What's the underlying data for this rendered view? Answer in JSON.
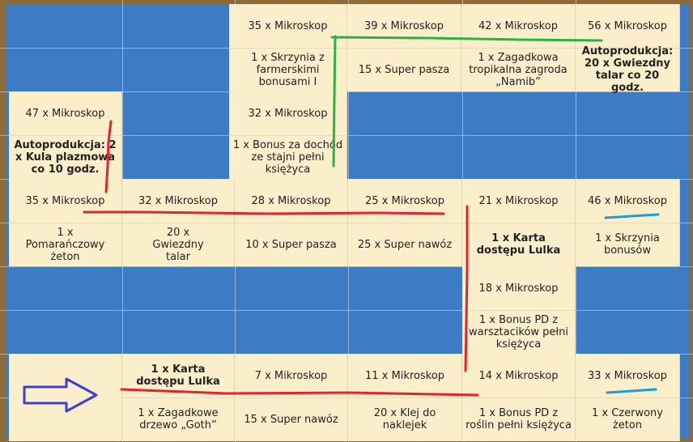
{
  "cells": [
    {
      "id": "c-r1-2",
      "top": "35 x Mikroskop",
      "bottom": "1 x Skrzynia z farmerskimi bonusami I",
      "bold_top": false,
      "bold_bottom": false
    },
    {
      "id": "c-r1-3",
      "top": "39 x Mikroskop",
      "bottom": "15 x Super pasza",
      "bold_top": false,
      "bold_bottom": false
    },
    {
      "id": "c-r1-4",
      "top": "42 x Mikroskop",
      "bottom": "1 x Zagadkowa tropikalna zagroda „Namib”",
      "bold_top": false,
      "bold_bottom": false
    },
    {
      "id": "c-r1-5",
      "top": "56 x Mikroskop",
      "bottom": "Autoprodukcja: 20 x Gwiezdny talar co 20 godz.",
      "bold_top": false,
      "bold_bottom": true
    },
    {
      "id": "c-r2-0",
      "top": "47 x Mikroskop",
      "bottom": "Autoprodukcja: 2 x Kula plazmowa co 10 godz.",
      "bold_top": false,
      "bold_bottom": true
    },
    {
      "id": "c-r2-2",
      "top": "32 x Mikroskop",
      "bottom": "1 x Bonus za dochód ze stajni pełni księżyca",
      "bold_top": false,
      "bold_bottom": false
    },
    {
      "id": "c-r3-0",
      "top": "35 x Mikroskop",
      "bottom": "1 x Pomarańczowy żeton",
      "bold_top": false,
      "bold_bottom": false
    },
    {
      "id": "c-r3-1",
      "top": "32 x Mikroskop",
      "bottom": "20 x Gwiezdny talar",
      "bold_top": false,
      "bold_bottom": false
    },
    {
      "id": "c-r3-2",
      "top": "28 x Mikroskop",
      "bottom": "10 x Super pasza",
      "bold_top": false,
      "bold_bottom": false
    },
    {
      "id": "c-r3-3",
      "top": "25 x Mikroskop",
      "bottom": "25 x Super nawóz",
      "bold_top": false,
      "bold_bottom": false
    },
    {
      "id": "c-r3-4",
      "top": "21 x Mikroskop",
      "bottom": "1 x Karta dostępu Lulka",
      "bold_top": false,
      "bold_bottom": true
    },
    {
      "id": "c-r3-5",
      "top": "46 x Mikroskop",
      "bottom": "1 x Skrzynia bonusów",
      "bold_top": false,
      "bold_bottom": false
    },
    {
      "id": "c-r4-4",
      "top": "18 x Mikroskop",
      "bottom": "1 x Bonus PD z warsztacików pełni księżyca",
      "bold_top": false,
      "bold_bottom": false
    },
    {
      "id": "c-r5-1",
      "top": "1 x Karta dostępu Lulka",
      "bottom": "1 x Zagadkowe drzewo „Goth”",
      "bold_top": true,
      "bold_bottom": false
    },
    {
      "id": "c-r5-2",
      "top": "7 x Mikroskop",
      "bottom": "15 x Super nawóz",
      "bold_top": false,
      "bold_bottom": false
    },
    {
      "id": "c-r5-3",
      "top": "11 x Mikroskop",
      "bottom": "20 x Klej do naklejek",
      "bold_top": false,
      "bold_bottom": false
    },
    {
      "id": "c-r5-4",
      "top": "14 x Mikroskop",
      "bottom": "1 x Bonus PD z roślin pełni księżyca",
      "bold_top": false,
      "bold_bottom": false
    },
    {
      "id": "c-r5-5",
      "top": "33 x Mikroskop",
      "bottom": "1 x Czerwony żeton",
      "bold_top": false,
      "bold_bottom": false
    }
  ],
  "colors": {
    "board": "#3d7cc4",
    "cell": "#fbeecb",
    "frame": "#8c6a3a",
    "red_path": "#e0262a",
    "green_path": "#2fb043",
    "blue_path": "#1d9be0",
    "start_arrow": "#3b3fd6"
  },
  "icons": {
    "start": "start-arrow-icon"
  }
}
